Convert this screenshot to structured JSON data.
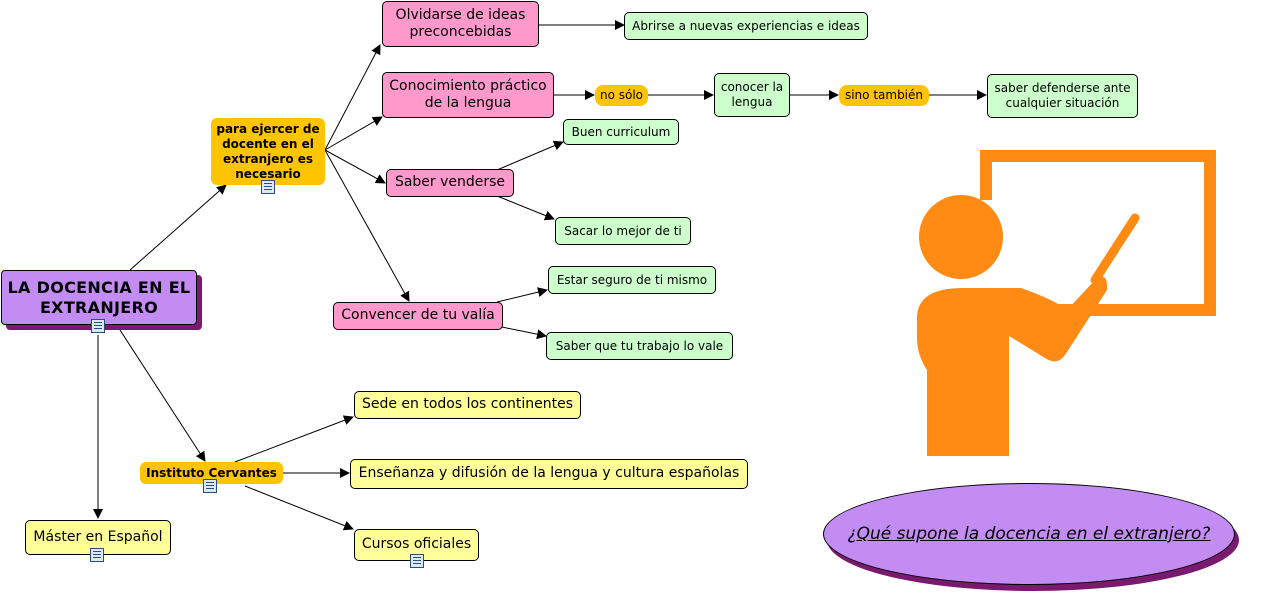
{
  "diagram": {
    "root": "LA DOCENCIA EN EL EXTRANJERO",
    "requirement": "para ejercer de docente en el extranjero es necesario",
    "olvidarse": "Olvidarse de ideas preconcebidas",
    "abrirse": "Abrirse a nuevas experiencias e ideas",
    "conocimiento": "Conocimiento práctico de la lengua",
    "no_solo": "no sólo",
    "conocer": "conocer la lengua",
    "sino_tambien": "sino también",
    "defenderse": "saber defenderse ante cualquier situación",
    "saber_venderse": "Saber venderse",
    "buen_curriculum": "Buen curriculum",
    "sacar_mejor": "Sacar lo mejor de ti",
    "convencer": "Convencer de tu valía",
    "seguro": "Estar seguro de ti mismo",
    "trabajo_vale": "Saber que tu trabajo lo vale",
    "cervantes": "Instituto Cervantes",
    "sede": "Sede en todos los continentes",
    "ensenanza": "Enseñanza y difusión de la lengua y cultura españolas",
    "cursos": "Cursos oficiales",
    "master": "Máster en Español"
  },
  "question": "¿Qué supone la docencia en el extranjero?",
  "colors": {
    "root": "#c38cf3",
    "root_shadow": "#7a1a6e",
    "orange_node": "#ffc400",
    "pink_node": "#ff99cc",
    "green_node": "#ccffcc",
    "yellow_node": "#ffff99",
    "teacher_icon": "#ff8a14"
  },
  "icons": [
    "teacher-at-board-icon",
    "document-note-icon"
  ]
}
